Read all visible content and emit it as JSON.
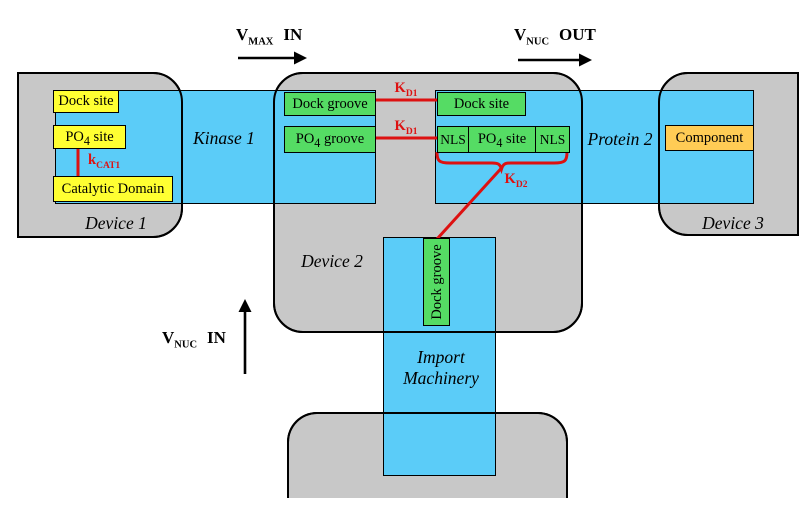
{
  "colors": {
    "gray": "#c8c8c8",
    "blue": "#5bccf8",
    "green": "#55dc64",
    "yellow": "#ffff32",
    "orange": "#ffcc55",
    "red": "#dd1111",
    "ink": "#000000"
  },
  "fluxes": {
    "vmax_in": {
      "v": "V",
      "sub": "MAX",
      "dir": "IN"
    },
    "vnuc_out": {
      "v": "V",
      "sub": "NUC",
      "dir": "OUT"
    },
    "vnuc_in": {
      "v": "V",
      "sub": "NUC",
      "dir": "IN"
    }
  },
  "devices": {
    "d1": "Device 1",
    "d2": "Device 2",
    "d3": "Device 3"
  },
  "bands": {
    "kinase": "Kinase 1",
    "protein": "Protein 2",
    "import_line1": "Import",
    "import_line2": "Machinery"
  },
  "sites": {
    "dock_site_1": "Dock site",
    "po4_site_1": {
      "pre": "PO",
      "sub": "4",
      "post": " site"
    },
    "catalytic": "Catalytic Domain",
    "dock_groove": "Dock groove",
    "po4_groove": {
      "pre": "PO",
      "sub": "4",
      "post": " groove"
    },
    "dock_site_2": "Dock site",
    "nls_left": "NLS",
    "po4_site_2": {
      "pre": "PO",
      "sub": "4",
      "post": " site"
    },
    "nls_right": "NLS",
    "dock_groove_v": "Dock groove",
    "component": "Component"
  },
  "rates": {
    "kd1": {
      "k": "K",
      "sub": "D1"
    },
    "kd2": {
      "k": "K",
      "sub": "D2"
    },
    "kcat1": {
      "k": "k",
      "sub": "CAT1"
    }
  }
}
